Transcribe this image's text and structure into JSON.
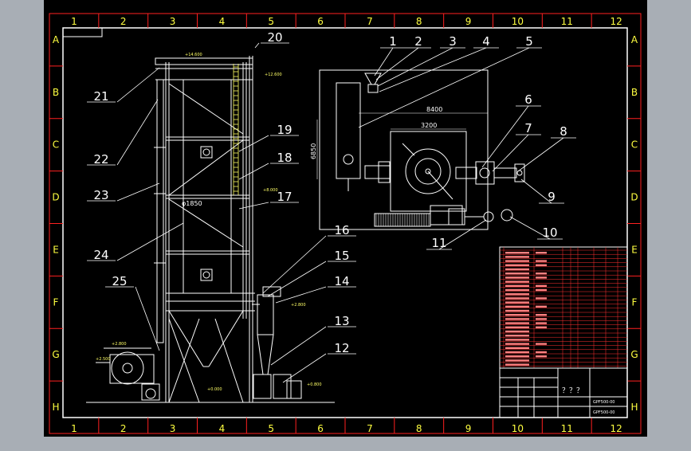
{
  "viewer": {
    "background": "#a8aeb5",
    "canvas": "#000000"
  },
  "border": {
    "columns": [
      "1",
      "2",
      "3",
      "4",
      "5",
      "6",
      "7",
      "8",
      "9",
      "10",
      "11",
      "12"
    ],
    "rows": [
      "A",
      "B",
      "C",
      "D",
      "E",
      "F",
      "G",
      "H"
    ],
    "color": "#ff2020"
  },
  "callouts": {
    "left": [
      "20",
      "21",
      "22",
      "19",
      "18",
      "23",
      "17",
      "24",
      "16",
      "15",
      "25",
      "14",
      "13",
      "12"
    ],
    "right": [
      "1",
      "2",
      "3",
      "4",
      "5",
      "6",
      "7",
      "8",
      "9",
      "10",
      "11"
    ]
  },
  "dimensions": {
    "width_8400": "8400",
    "width_3200": "3200",
    "height_6850": "6850",
    "diameter": "φ1850"
  },
  "title_block": {
    "title": "？？？",
    "drawing_no_1": "GPF500-00",
    "drawing_no_2": "GPF500-00"
  },
  "colors": {
    "drawing": "#ffffff",
    "frame": "#ff2020",
    "table": "#ff3030",
    "accent": "#ffff00",
    "cyan": "#00ffff"
  }
}
